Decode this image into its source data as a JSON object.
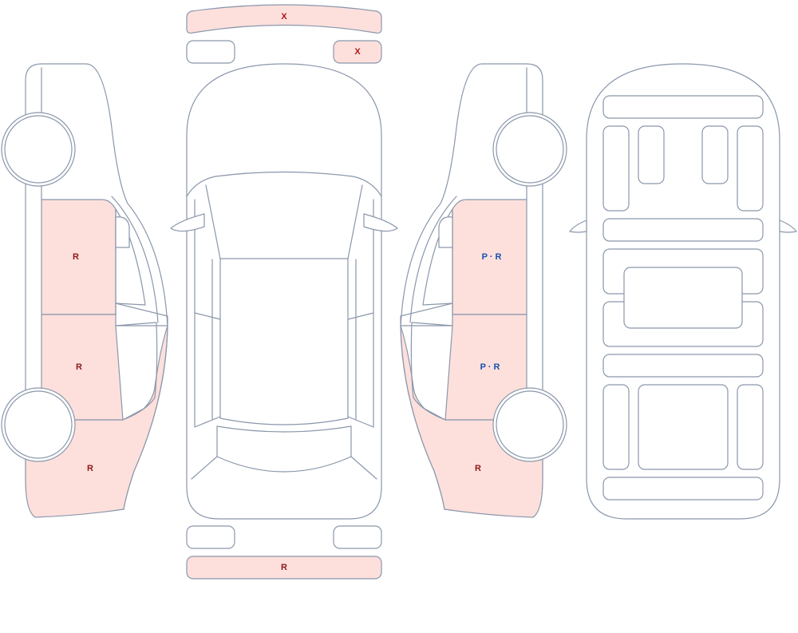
{
  "colors": {
    "outline": "#8a97ab",
    "damage_fill": "#fde0dc",
    "label_repair": "#8b1a1a",
    "label_paint": "#1a4fb0"
  },
  "marks": {
    "front_bumper": {
      "text": "X",
      "color": "#b01616"
    },
    "front_right_light": {
      "text": "X",
      "color": "#b01616"
    },
    "left_front_door": {
      "text": "R",
      "color": "#8b1a1a"
    },
    "left_rear_door": {
      "text": "R",
      "color": "#8b1a1a"
    },
    "left_quarter": {
      "text": "R",
      "color": "#8b1a1a"
    },
    "right_front_door": {
      "text": "P · R",
      "color": "#1a4fb0"
    },
    "right_rear_door": {
      "text": "P · R",
      "color": "#1a4fb0"
    },
    "right_quarter": {
      "text": "R",
      "color": "#8b1a1a"
    },
    "rear_bumper": {
      "text": "R",
      "color": "#8b1a1a"
    }
  }
}
